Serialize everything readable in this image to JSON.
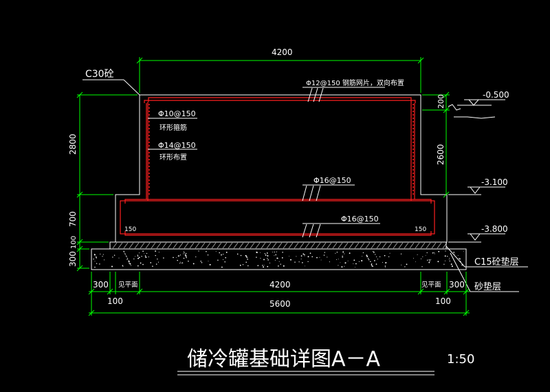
{
  "drawing": {
    "title": "储冷罐基础详图A－A",
    "scale": "1:50",
    "colors": {
      "background": "#000000",
      "outline": "#ffffff",
      "dimension": "#00ff00",
      "rebar": "#ff2020",
      "hatch": "#ffffff"
    },
    "labels": {
      "concrete": "C30砼",
      "top_mesh": "Φ12@150 钢筋网片，双向布置",
      "ring_stirrup_spec": "Φ10@150",
      "ring_stirrup_desc": "环形箍筋",
      "ring_bar_spec": "Φ14@150",
      "ring_bar_desc": "环形布置",
      "base_upper": "Φ16@150",
      "base_lower": "Φ16@150",
      "cover_left": "150",
      "cover_right": "150",
      "bed_c15": "C15砼垫层",
      "bed_sand": "砂垫层"
    },
    "levels": {
      "top": "-0.500",
      "step": "-3.100",
      "bottom": "-3.800"
    },
    "dims": {
      "top_width": "4200",
      "left_height": "2800",
      "left_700": "700",
      "left_100": "100",
      "left_300": "300",
      "right_200": "200",
      "right_2600": "2600",
      "bottom_left_300": "300",
      "bottom_left_note": "见平面",
      "bottom_mid": "4200",
      "bottom_right_note": "见平面",
      "bottom_right_300": "300",
      "bottom_left_100": "100",
      "bottom_total": "5600",
      "bottom_right_100": "100"
    }
  }
}
